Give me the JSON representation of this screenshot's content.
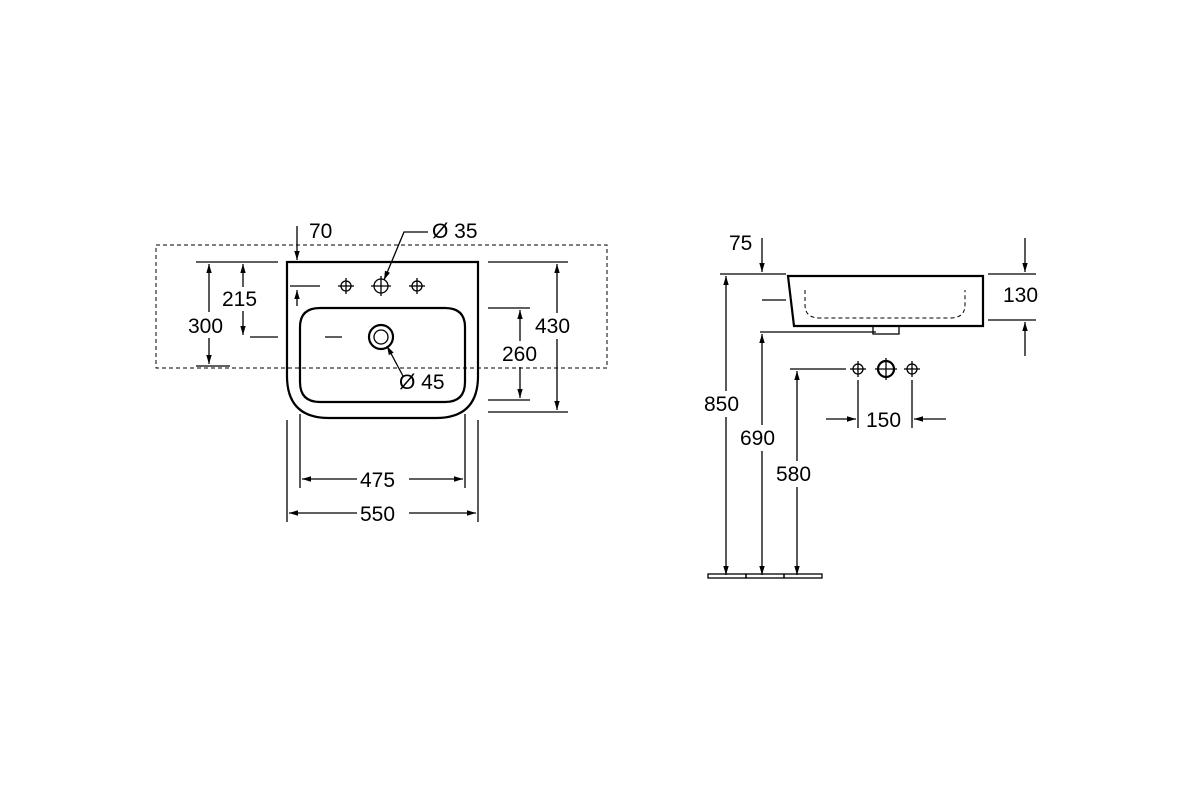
{
  "front_view": {
    "dimensions": {
      "tap_offset": "70",
      "tap_hole": "Ø 35",
      "overflow": "Ø 45",
      "depth_215": "215",
      "depth_300": "300",
      "depth_260": "260",
      "depth_430": "430",
      "width_475": "475",
      "width_550": "550"
    }
  },
  "side_view": {
    "dimensions": {
      "offset_75": "75",
      "height_130": "130",
      "height_850": "850",
      "height_690": "690",
      "height_580": "580",
      "spacing_150": "150"
    }
  }
}
